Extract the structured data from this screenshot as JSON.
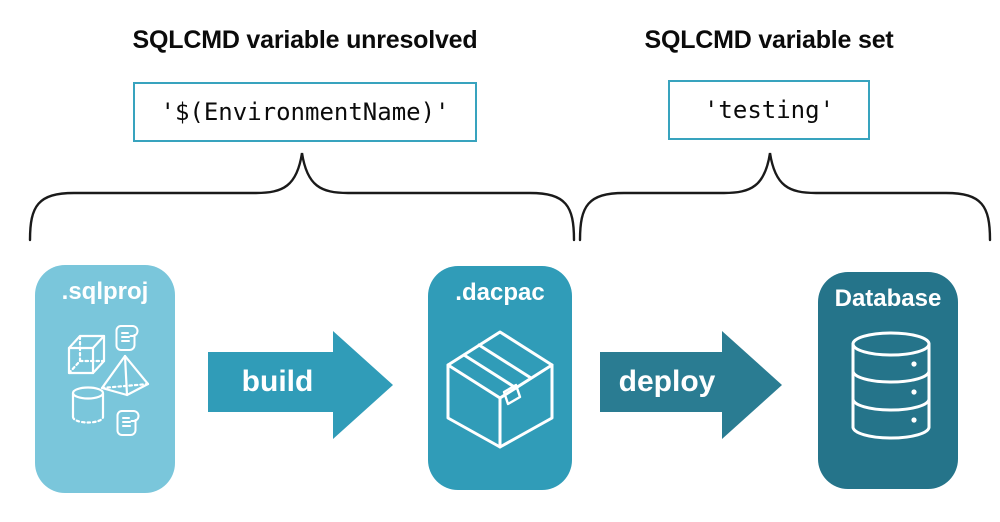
{
  "groups": {
    "unresolved": {
      "title": "SQLCMD variable unresolved",
      "code": "'$(EnvironmentName)'"
    },
    "set": {
      "title": "SQLCMD variable set",
      "code": "'testing'"
    }
  },
  "nodes": {
    "sqlproj": {
      "label": ".sqlproj",
      "icons": [
        "cube-icon",
        "scroll-icon",
        "pyramid-icon",
        "cylinder-icon",
        "scroll-icon"
      ]
    },
    "dacpac": {
      "label": ".dacpac",
      "icons": [
        "package-icon"
      ]
    },
    "database": {
      "label": "Database",
      "icons": [
        "database-cylinder-icon"
      ]
    }
  },
  "arrows": {
    "build": {
      "label": "build"
    },
    "deploy": {
      "label": "deploy"
    }
  },
  "colors": {
    "node_sqlproj": "#7AC6DB",
    "node_dacpac": "#309CB8",
    "node_database": "#25748A",
    "arrow_build": "#309CB8",
    "arrow_deploy": "#2A7C92",
    "code_box_border": "#38A3BE",
    "brace": "#1A1A1A",
    "icon_stroke": "#FFFFFF",
    "label_text": "#FFFFFF",
    "title_text": "#0B0B0B"
  }
}
